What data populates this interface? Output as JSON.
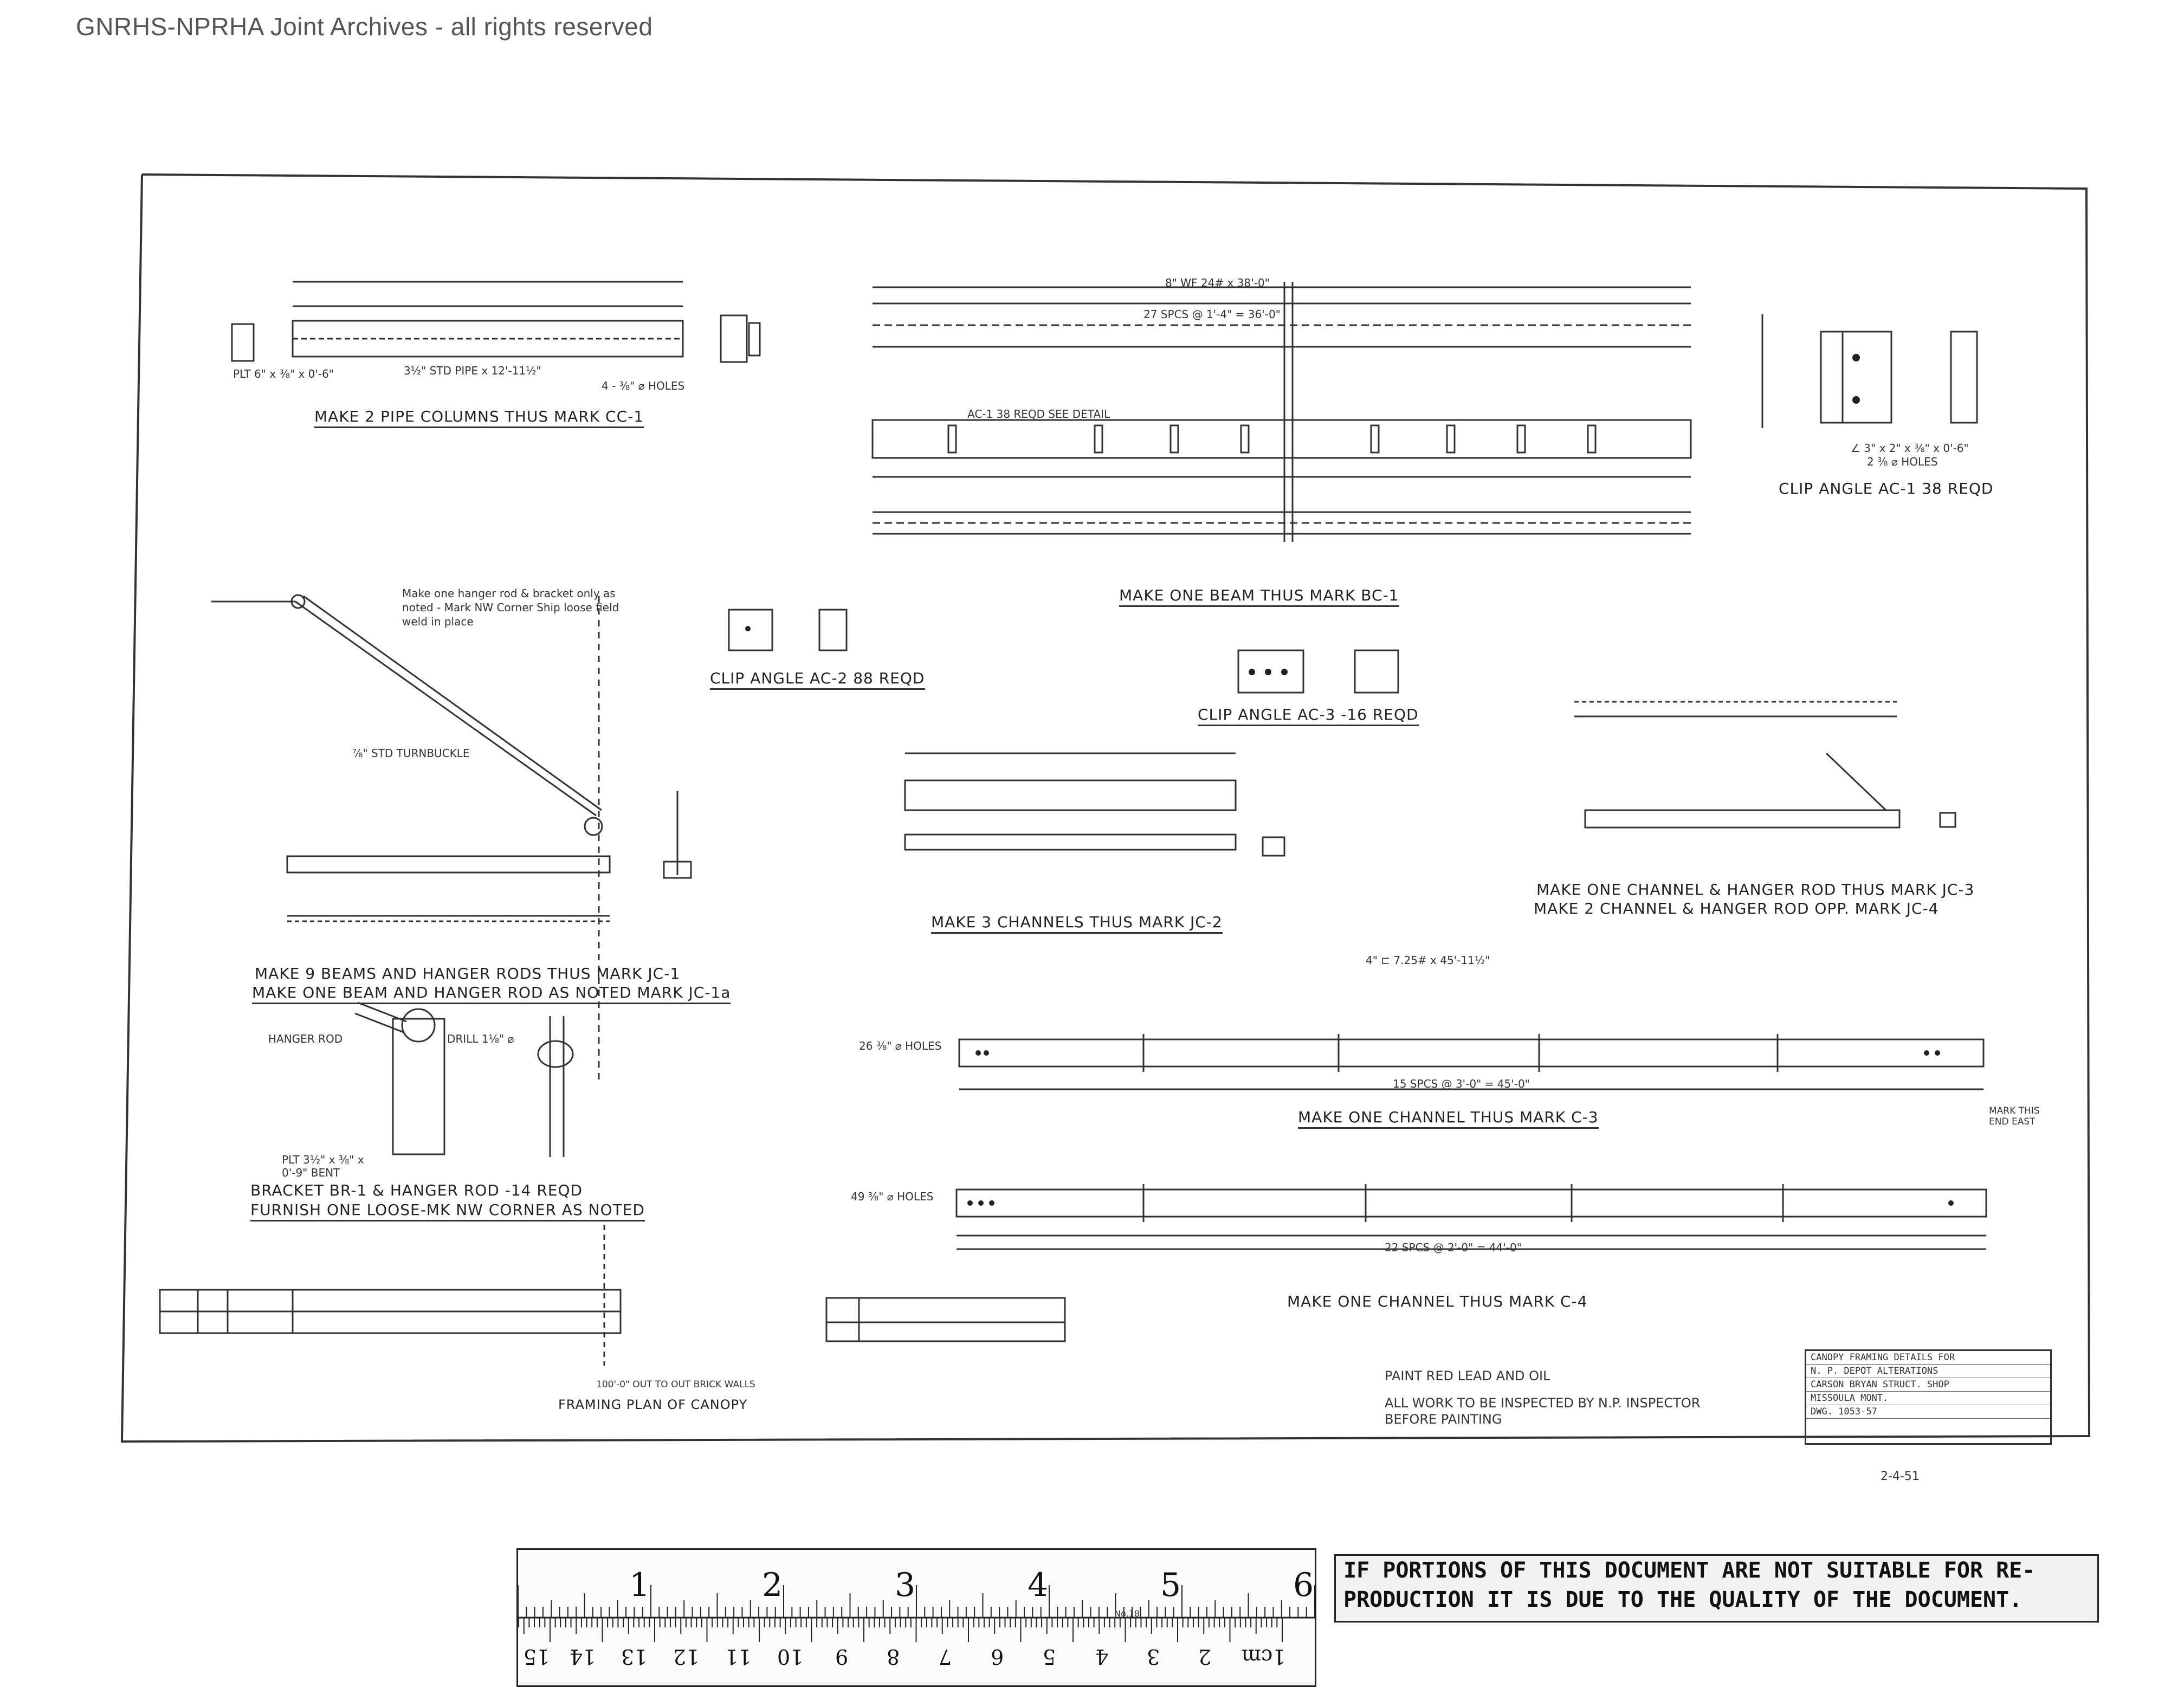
{
  "watermark": "GNRHS-NPRHA Joint Archives - all rights reserved",
  "captions": {
    "cc1": "MAKE 2 PIPE COLUMNS THUS MARK CC-1",
    "bc1": "MAKE ONE BEAM THUS MARK BC-1",
    "ac1": "CLIP ANGLE AC-1 38 REQD",
    "ac2": "CLIP ANGLE AC-2 88 REQD",
    "ac3": "CLIP ANGLE AC-3 -16 REQD",
    "jc2": "MAKE 3 CHANNELS THUS MARK JC-2",
    "jc3": "MAKE ONE CHANNEL & HANGER ROD THUS MARK JC-3",
    "jc4": "MAKE 2 CHANNEL & HANGER ROD OPP. MARK JC-4",
    "jc1": "MAKE 9 BEAMS AND HANGER RODS THUS MARK JC-1",
    "jc1a": "MAKE ONE BEAM AND HANGER ROD AS NOTED MARK JC-1a",
    "c3": "MAKE ONE CHANNEL THUS MARK C-3",
    "c4": "MAKE ONE CHANNEL THUS MARK C-4",
    "br1": "BRACKET BR-1 & HANGER ROD -14 REQD",
    "br1b": "FURNISH ONE LOOSE-MK NW CORNER AS NOTED",
    "plan": "FRAMING PLAN OF CANOPY"
  },
  "notes": {
    "cc1_pipe": "3½\" STD PIPE x 12'-11½\"",
    "cc1_plt": "PLT 6\" x ⅜\" x 0'-6\"",
    "cc1_holes": "4 - ⅜\" ⌀ HOLES",
    "bc1_size": "8\" WF 24# x 38'-0\"",
    "bc1_spcs": "27 SPCS @ 1'-4\" = 36'-0\"",
    "bc1_ac1": "AC-1 38 REQD SEE DETAIL",
    "ac1_size": "∠ 3\" x 2\" x ⅜\" x 0'-6\"",
    "ac1_holes": "2 ⅜ ⌀ HOLES",
    "br_note": "Make one hanger rod & bracket only as noted - Mark NW Corner Ship loose field weld in place",
    "turnbuckle": "⅞\" STD TURNBUCKLE",
    "hanger_rod": "HANGER ROD",
    "drill": "DRILL 1⅛\" ⌀",
    "plt_bent": "PLT 3½\" x ⅜\" x 0'-9\" BENT",
    "c3_size": "4\" ⊏ 7.25# x 45'-11½\"",
    "c3_holes": "26 ⅜\" ⌀ HOLES",
    "c3_spcs": "15 SPCS @ 3'-0\" = 45'-0\"",
    "c4_holes": "49 ⅜\" ⌀ HOLES",
    "c4_spcs": "22 SPCS @ 2'-0\" = 44'-0\"",
    "mark_end": "MARK THIS END EAST",
    "plan_dim": "100'-0\" OUT TO OUT BRICK WALLS",
    "paint": "PAINT RED LEAD AND OIL",
    "inspect1": "ALL WORK TO BE INSPECTED BY N.P. INSPECTOR",
    "inspect2": "BEFORE PAINTING",
    "sig": "2-4-51"
  },
  "title_block": [
    "CANOPY FRAMING DETAILS FOR",
    "N. P. DEPOT ALTERATIONS",
    "CARSON BRYAN STRUCT. SHOP",
    "MISSOULA MONT.",
    "DWG. 1053-57"
  ],
  "stamp": {
    "line1": "IF PORTIONS OF THIS DOCUMENT ARE NOT SUITABLE FOR RE-",
    "line2": "PRODUCTION IT IS DUE TO THE QUALITY OF THE DOCUMENT."
  },
  "ruler": {
    "inches": [
      "1",
      "2",
      "3",
      "4",
      "5",
      "6"
    ],
    "cm": [
      "1cm",
      "2",
      "3",
      "4",
      "5",
      "6",
      "7",
      "8",
      "9",
      "10",
      "11",
      "12",
      "13",
      "14",
      "15"
    ],
    "brand": "No.18"
  }
}
